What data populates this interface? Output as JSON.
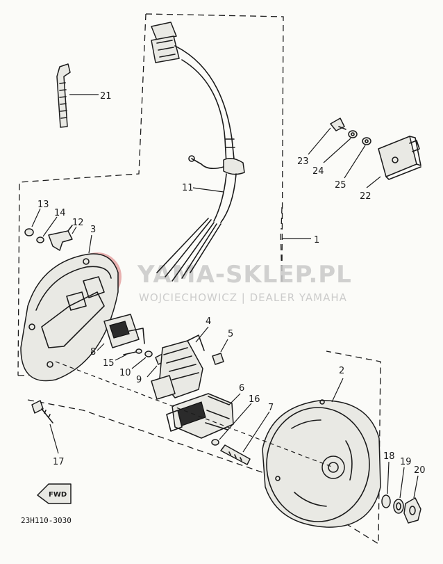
{
  "watermark": {
    "title": "YAMA-SKLEP.PL",
    "subtitle": "WOJCIECHOWICZ | DEALER YAMAHA"
  },
  "part_labels": {
    "p1": "1",
    "p2": "2",
    "p3": "3",
    "p4": "4",
    "p5": "5",
    "p6": "6",
    "p7": "7",
    "p8": "8",
    "p9": "9",
    "p10": "10",
    "p11": "11",
    "p12": "12",
    "p13": "13",
    "p14": "14",
    "p15": "15",
    "p16": "16",
    "p17": "17",
    "p18": "18",
    "p19": "19",
    "p20": "20",
    "p21": "21",
    "p22": "22",
    "p23": "23",
    "p24": "24",
    "p25": "25"
  },
  "direction_marker": "FWD",
  "diagram_code": "23H110-3030",
  "colors": {
    "ink": "#1b1b1b",
    "paper": "#fbfbf8",
    "watermark_red": "#e5a3a3",
    "watermark_gray": "#c9c9c9"
  }
}
